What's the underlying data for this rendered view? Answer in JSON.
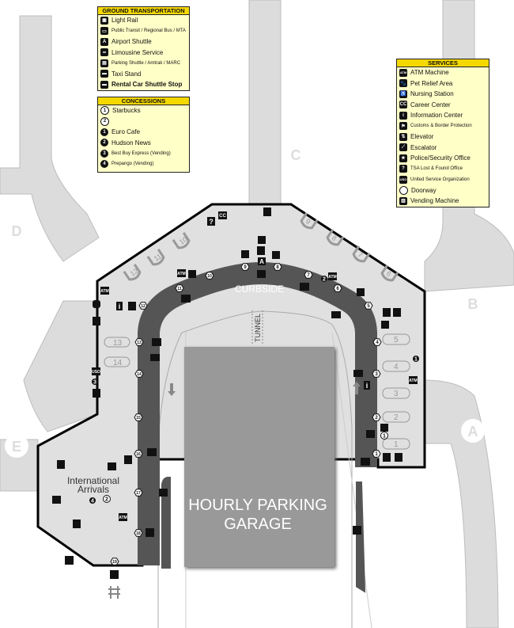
{
  "ground_transportation": {
    "title": "GROUND TRANSPORTATION",
    "items": [
      {
        "icon": "light-rail-icon",
        "label": "Light Rail"
      },
      {
        "icon": "bus-icon",
        "label": "Public Transit / Regional Bus / MTA"
      },
      {
        "icon": "airport-shuttle-icon",
        "glyph": "A",
        "label": "Airport Shuttle"
      },
      {
        "icon": "limousine-icon",
        "label": "Limousine Service"
      },
      {
        "icon": "parking-shuttle-icon",
        "label": "Parking Shuttle / Amtrak / MARC"
      },
      {
        "icon": "taxi-icon",
        "label": "Taxi Stand"
      },
      {
        "icon": "rental-car-shuttle-icon",
        "label": "Rental Car Shuttle Stop"
      }
    ]
  },
  "concessions": {
    "title": "CONCESSIONS",
    "items": [
      {
        "glyph": "1",
        "label": "Starbucks"
      },
      {
        "glyph": "2",
        "label": ""
      },
      {
        "glyph": "1",
        "label": "Euro Cafe"
      },
      {
        "glyph": "2",
        "label": "Hudson News"
      },
      {
        "glyph": "3",
        "label": "Best Buy Express (Vending)"
      },
      {
        "glyph": "4",
        "label": "Prepango (Vending)"
      }
    ]
  },
  "services": {
    "title": "SERVICES",
    "items": [
      {
        "icon": "atm-icon",
        "glyph": "ATM",
        "label": "ATM Machine"
      },
      {
        "icon": "paw-icon",
        "glyph": "🐾",
        "label": "Pet Relief Area"
      },
      {
        "icon": "nursing-icon",
        "glyph": "♿",
        "label": "Nursing Station"
      },
      {
        "icon": "career-center-icon",
        "glyph": "CC",
        "label": "Career Center"
      },
      {
        "icon": "info-icon",
        "glyph": "i",
        "label": "Information Center"
      },
      {
        "icon": "customs-icon",
        "glyph": "⚑",
        "label": "Customs & Border Protection"
      },
      {
        "icon": "elevator-icon",
        "glyph": "⇅",
        "label": "Elevator"
      },
      {
        "icon": "escalator-icon",
        "glyph": "⟋",
        "label": "Escalator"
      },
      {
        "icon": "police-icon",
        "glyph": "★",
        "label": "Police/Security Office"
      },
      {
        "icon": "tsa-lost-found-icon",
        "glyph": "?",
        "label": "TSA Lost & Found Office"
      },
      {
        "icon": "uso-icon",
        "glyph": "USO",
        "label": "United Service Organization"
      },
      {
        "icon": "doorway-icon",
        "glyph": "",
        "label": "Doorway"
      },
      {
        "icon": "vending-icon",
        "glyph": "▥",
        "label": "Vending Machine"
      }
    ]
  },
  "map": {
    "concourses": [
      "D",
      "C",
      "B",
      "A",
      "E"
    ],
    "curbside": "CURBSIDE",
    "tunnel": "TUNNEL",
    "intl_line1": "International",
    "intl_line2": "Arrivals",
    "garage_line1": "HOURLY PARKING",
    "garage_line2": "GARAGE",
    "doors": [
      "1",
      "2",
      "3",
      "4",
      "5",
      "6",
      "7",
      "8",
      "9",
      "10",
      "11",
      "12",
      "13",
      "14",
      "15",
      "16",
      "17",
      "18",
      "19"
    ],
    "jetways": [
      "12",
      "11",
      "10",
      "9",
      "8",
      "7",
      "6"
    ],
    "bays": [
      "13",
      "14",
      "5",
      "4",
      "3",
      "2",
      "1"
    ],
    "markers": {
      "atm": "ATM",
      "cc": "CC",
      "tsa": "?",
      "info": "i",
      "uso": "USO",
      "shuttle": "A"
    },
    "concession_markers": [
      "2",
      "4",
      "2",
      "3",
      "1",
      "1"
    ]
  }
}
